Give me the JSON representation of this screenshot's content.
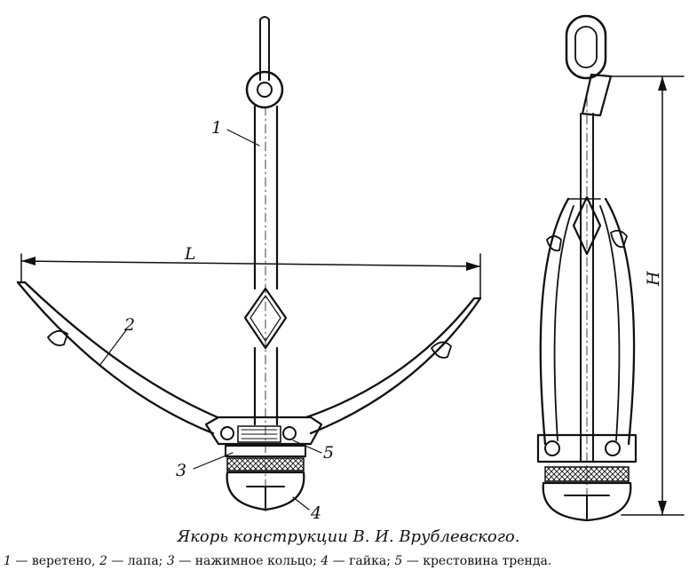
{
  "figure": {
    "labels": {
      "l1": "1",
      "l2": "2",
      "l3": "3",
      "l4": "4",
      "l5": "5",
      "dim_L": "L",
      "dim_H": "H"
    }
  },
  "caption": {
    "title": "Якорь конструкции В. И. Врублевского.",
    "legend": [
      {
        "num": "1",
        "text": "веретено,"
      },
      {
        "num": "2",
        "text": "лапа;"
      },
      {
        "num": "3",
        "text": "нажимное кольцо;"
      },
      {
        "num": "4",
        "text": "гайка;"
      },
      {
        "num": "5",
        "text": "крестовина тренда."
      }
    ]
  }
}
